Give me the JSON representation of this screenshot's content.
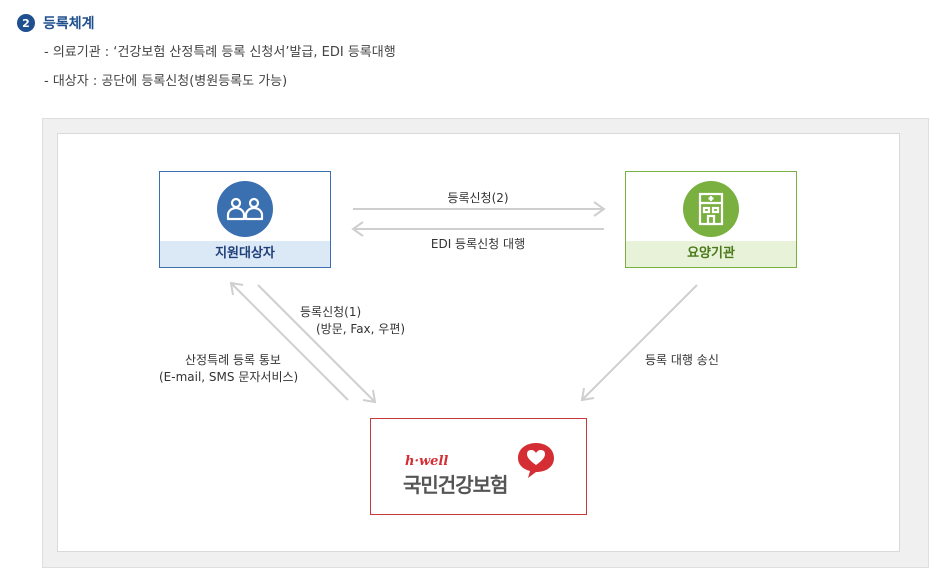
{
  "section": {
    "number": "2",
    "title": "등록체계",
    "bullets": [
      "- 의료기관 : ‘건강보험 산정특례 등록 신청서’발급, EDI 등록대행",
      "- 대상자 : 공단에 등록신청(병원등록도 가능)"
    ]
  },
  "diagram": {
    "nodes": {
      "support": {
        "label": "지원대상자",
        "icon": "people-icon",
        "color": "#3a6fb0"
      },
      "care": {
        "label": "요양기관",
        "icon": "hospital-icon",
        "color": "#7ab040"
      },
      "nhis": {
        "logo_small": "h·well",
        "logo_main": "국민건강보험",
        "color": "#d42e34"
      }
    },
    "edges": {
      "support_to_care": "등록신청(2)",
      "care_to_support": "EDI 등록신청 대행",
      "support_to_nhis_line1": "등록신청(1)",
      "support_to_nhis_line2": "(방문, Fax, 우편)",
      "nhis_to_support_line1": "산정특례 등록 통보",
      "nhis_to_support_line2": "(E-mail, SMS 문자서비스)",
      "care_to_nhis": "등록 대행 송신"
    }
  }
}
